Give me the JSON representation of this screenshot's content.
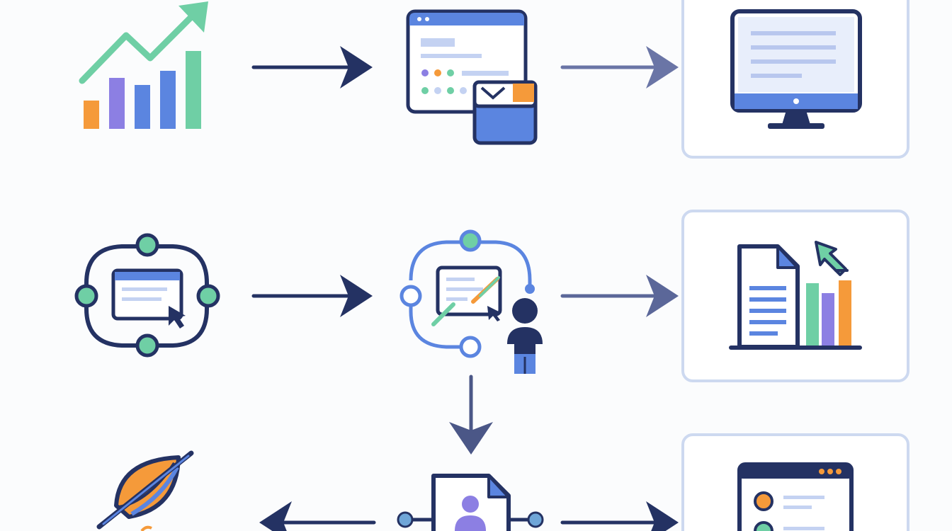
{
  "diagram": {
    "nodes": [
      {
        "id": "growth-chart",
        "icon": "growth-chart-icon",
        "row": 1,
        "col": 1
      },
      {
        "id": "browser-email",
        "icon": "browser-email-icon",
        "row": 1,
        "col": 2
      },
      {
        "id": "monitor",
        "icon": "monitor-icon",
        "row": 1,
        "col": 3,
        "framed": true
      },
      {
        "id": "network-screen",
        "icon": "network-screen-icon",
        "row": 2,
        "col": 1
      },
      {
        "id": "network-user",
        "icon": "network-user-icon",
        "row": 2,
        "col": 2
      },
      {
        "id": "report-chart",
        "icon": "report-chart-icon",
        "row": 2,
        "col": 3,
        "framed": true
      },
      {
        "id": "rocket",
        "icon": "rocket-icon",
        "row": 3,
        "col": 1
      },
      {
        "id": "profile-document",
        "icon": "profile-document-icon",
        "row": 3,
        "col": 2
      },
      {
        "id": "browser-list",
        "icon": "browser-list-icon",
        "row": 3,
        "col": 3,
        "framed": true
      }
    ],
    "edges": [
      {
        "from": "growth-chart",
        "to": "browser-email",
        "direction": "right"
      },
      {
        "from": "browser-email",
        "to": "monitor",
        "direction": "right"
      },
      {
        "from": "network-screen",
        "to": "network-user",
        "direction": "right"
      },
      {
        "from": "network-user",
        "to": "report-chart",
        "direction": "right"
      },
      {
        "from": "network-user",
        "to": "profile-document",
        "direction": "down"
      },
      {
        "from": "profile-document",
        "to": "rocket",
        "direction": "left"
      },
      {
        "from": "profile-document",
        "to": "browser-list",
        "direction": "right"
      }
    ]
  },
  "colors": {
    "navy": "#243263",
    "slate": "#5b6799",
    "blue": "#5b85e0",
    "light_blue": "#c4d2f2",
    "panel": "#e8eefb",
    "teal": "#6fcfa5",
    "purple": "#8c7fe3",
    "orange": "#f59a3a",
    "frame": "#cdd9f0"
  }
}
